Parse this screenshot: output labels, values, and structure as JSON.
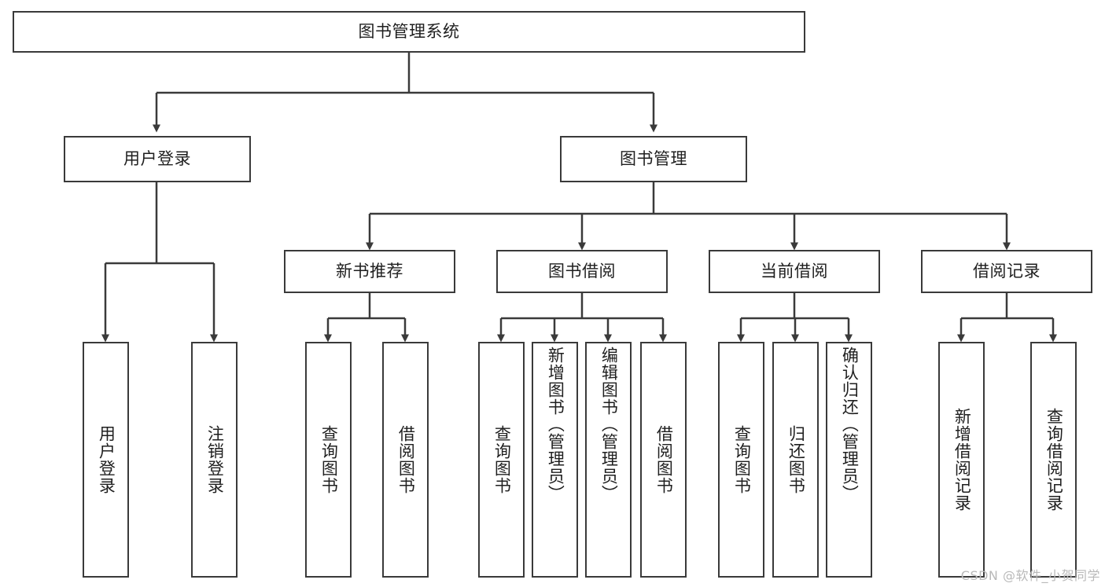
{
  "diagram": {
    "title": "图书管理系统",
    "type": "tree-hierarchy-chart",
    "line_color": "#3a3a3a",
    "box_fill": "#ffffff",
    "text_color": "#1f1f1f",
    "watermark": "CSDN @软件_小贺同学",
    "nodes": {
      "root": {
        "label": "图书管理系统"
      },
      "level2": [
        {
          "label": "用户登录"
        },
        {
          "label": "图书管理"
        }
      ],
      "level3": [
        {
          "label": "新书推荐"
        },
        {
          "label": "图书借阅"
        },
        {
          "label": "当前借阅"
        },
        {
          "label": "借阅记录"
        }
      ],
      "leaves": {
        "user_login": [
          {
            "label": "用户登录"
          },
          {
            "label": "注销登录"
          }
        ],
        "new_book": [
          {
            "label": "查询图书"
          },
          {
            "label": "借阅图书"
          }
        ],
        "book_borrow": [
          {
            "label": "查询图书"
          },
          {
            "label": "新增图书（管理员）"
          },
          {
            "label": "编辑图书（管理员）"
          },
          {
            "label": "借阅图书"
          }
        ],
        "current_borrow": [
          {
            "label": "查询图书"
          },
          {
            "label": "归还图书"
          },
          {
            "label": "确认归还（管理员）"
          }
        ],
        "borrow_record": [
          {
            "label": "新增借阅记录"
          },
          {
            "label": "查询借阅记录"
          }
        ]
      }
    }
  }
}
